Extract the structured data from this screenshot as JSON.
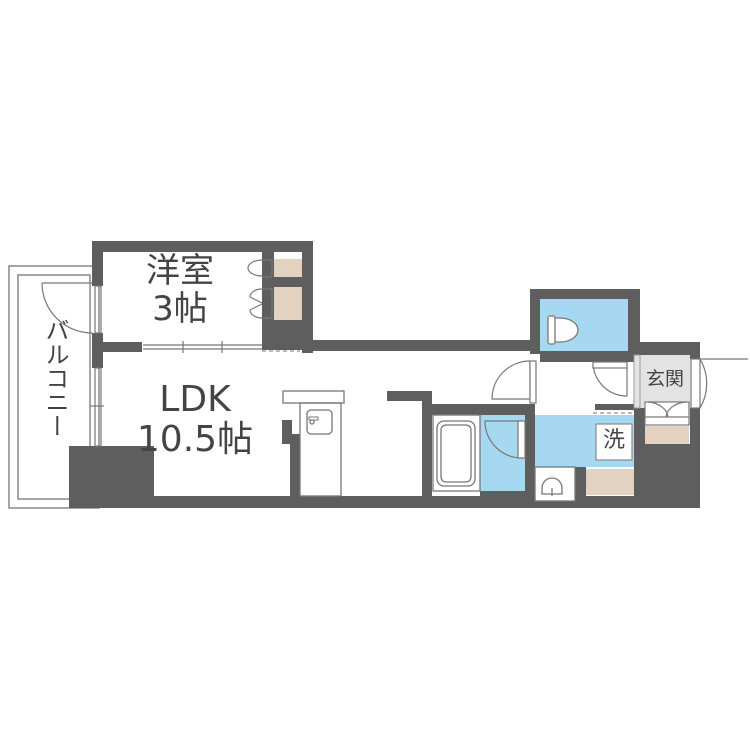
{
  "floorplan": {
    "rooms": [
      {
        "id": "western-room",
        "name": "洋室",
        "size": "3帖"
      },
      {
        "id": "ldk",
        "name": "LDK",
        "size": "10.5帖"
      },
      {
        "id": "balcony",
        "name": "バルコニー"
      },
      {
        "id": "entrance",
        "name": "玄関"
      },
      {
        "id": "washer",
        "name": "洗"
      }
    ],
    "colors": {
      "wall": "#5e5e5e",
      "wet_area": "#a6d8f2",
      "storage": "#e2d2bf",
      "entrance_floor": "#e3e3e3",
      "background": "#ffffff"
    }
  }
}
